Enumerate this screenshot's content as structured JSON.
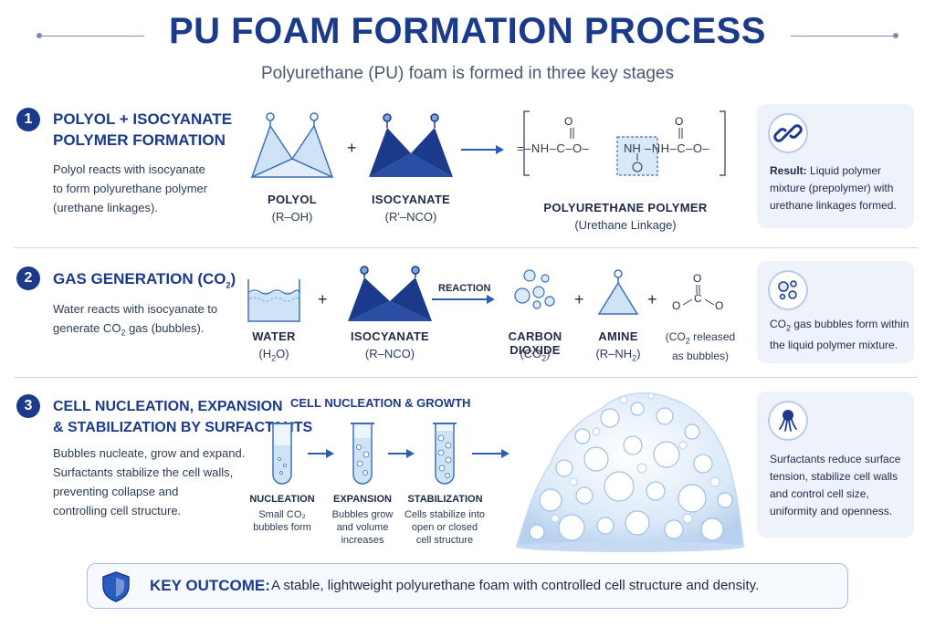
{
  "title": "PU FOAM FORMATION PROCESS",
  "subtitle": "Polyurethane (PU) foam is formed in three key stages",
  "stage1": {
    "number": "1",
    "title_line1": "POLYOL + ISOCYANATE",
    "title_line2": "POLYMER FORMATION",
    "desc": [
      "Polyol reacts with isocyanate",
      "to form polyurethane polymer",
      "(urethane linkages)."
    ],
    "polyol_label": "POLYOL",
    "polyol_formula": "(R–OH)",
    "isocyanate_label": "ISOCYANATE",
    "isocyanate_formula": "(R'–NCO)",
    "plus": "+",
    "chain": {
      "left": "=–NH–C–O–",
      "mid": "NH",
      "right": "–NH–C–O–",
      "o": "O"
    },
    "product_label": "POLYURETHANE POLYMER",
    "product_sub": "(Urethane Linkage)",
    "card_bold": "Result:",
    "card_lines": [
      "Liquid polymer",
      "mixture (prepolymer) with",
      "urethane linkages formed."
    ]
  },
  "stage2": {
    "number": "2",
    "title_pre": "GAS GENERATION (CO",
    "title_sub": "2",
    "title_post": ")",
    "desc_line1": "Water reacts with isocyanate to",
    "desc_line2_pre": "generate CO",
    "desc_line2_sub": "2",
    "desc_line2_post": " gas (bubbles).",
    "water_label": "WATER",
    "water_pre": "(H",
    "water_sub": "2",
    "water_post": "O)",
    "isocyanate_label": "ISOCYANATE",
    "isocyanate_formula": "(R–NCO)",
    "reaction_label": "REACTION",
    "co2_label": "CARBON DIOXIDE",
    "co2_pre": "(CO",
    "co2_sub": "2",
    "co2_post": ")",
    "amine_label": "AMINE",
    "amine_pre": "(R–NH",
    "amine_sub": "2",
    "amine_post": ")",
    "released_pre": "(CO",
    "released_sub": "2",
    "released_post": " released",
    "released_line2": "as bubbles)",
    "o_letter": "O",
    "c_letter": "C",
    "plus": "+",
    "card_line1_pre": "CO",
    "card_line1_sub": "2",
    "card_line1_post": " gas bubbles form within",
    "card_line2": "the liquid polymer mixture."
  },
  "stage3": {
    "number": "3",
    "title_line1": "CELL NUCLEATION, EXPANSION",
    "title_line2": "& STABILIZATION BY SURFACTANTS",
    "desc": [
      "Bubbles nucleate, grow and expand.",
      "Surfactants stabilize the cell walls,",
      "preventing collapse and",
      "controlling cell structure."
    ],
    "growth_title": "CELL NUCLEATION & GROWTH",
    "steps": [
      {
        "label": "NUCLEATION",
        "lines": [
          "Small CO₂",
          "bubbles form"
        ]
      },
      {
        "label": "EXPANSION",
        "lines": [
          "Bubbles grow",
          "and volume",
          "increases"
        ]
      },
      {
        "label": "STABILIZATION",
        "lines": [
          "Cells stabilize into",
          "open or closed",
          "cell structure"
        ]
      }
    ],
    "card_lines": [
      "Surfactants reduce surface",
      "tension, stabilize cell walls",
      "and control cell size,",
      "uniformity and openness."
    ]
  },
  "outcome": {
    "key": "KEY OUTCOME:",
    "text": "A stable, lightweight polyurethane foam with controlled cell structure and density."
  },
  "icons": [
    "link-icon",
    "bubbles-icon",
    "surfactant-icon",
    "shield-icon"
  ],
  "colors": {
    "navy": "#1b3a8a",
    "light_blue": "#cfe3f7",
    "card_bg": "#eef3fb"
  }
}
